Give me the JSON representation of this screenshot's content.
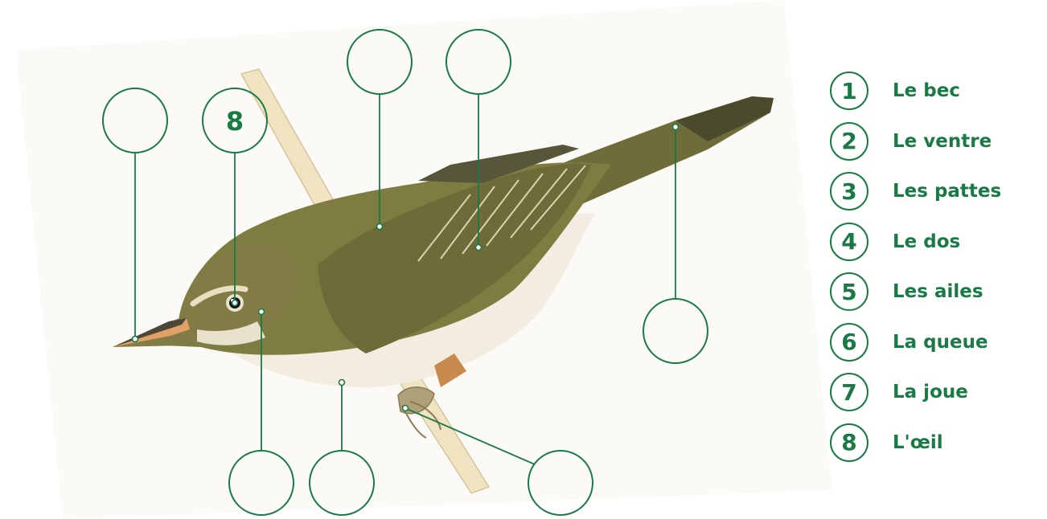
{
  "diagram": {
    "filled_callout": "8",
    "legend": [
      {
        "num": "1",
        "text": "Le bec"
      },
      {
        "num": "2",
        "text": "Le ventre"
      },
      {
        "num": "3",
        "text": "Les pattes"
      },
      {
        "num": "4",
        "text": "Le dos"
      },
      {
        "num": "5",
        "text": "Les ailes"
      },
      {
        "num": "6",
        "text": "La queue"
      },
      {
        "num": "7",
        "text": "La joue"
      },
      {
        "num": "8",
        "text": "L'œil"
      }
    ]
  },
  "colors": {
    "accent": "#1a7a45",
    "bird_back": "#7a7a3c",
    "bird_belly": "#f3ece0",
    "bill": "#e0a066",
    "branch": "#efe3c2"
  }
}
